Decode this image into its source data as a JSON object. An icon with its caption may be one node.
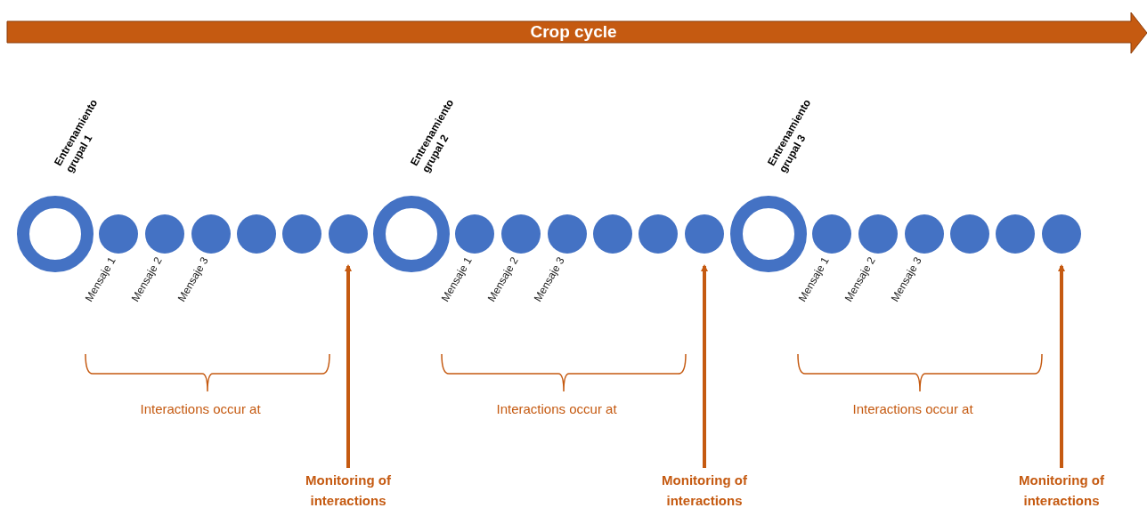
{
  "diagram": {
    "title": "Crop cycle",
    "nodes": [
      {
        "text": [],
        "shape": "circle",
        "beside": [
          "Entrenamiento grupal 1"
        ]
      },
      {
        "text": [],
        "shape": "circle",
        "beside": [
          "Mensaje 1"
        ]
      },
      {
        "text": [],
        "shape": "circle",
        "beside": [
          "Mensaje 2"
        ]
      },
      {
        "text": [],
        "shape": "circle",
        "beside": [
          "Mensaje 3"
        ]
      },
      {
        "text": [],
        "shape": "circle"
      },
      {
        "text": [],
        "shape": "circle"
      },
      {
        "text": [],
        "shape": "circle"
      },
      {
        "text": [],
        "shape": "circle",
        "beside": [
          "Entrenamiento grupal 2"
        ]
      },
      {
        "text": [],
        "shape": "circle",
        "beside": [
          "Mensaje 1"
        ]
      },
      {
        "text": [],
        "shape": "circle",
        "beside": [
          "Mensaje 2"
        ]
      },
      {
        "text": [],
        "shape": "circle",
        "beside": [
          "Mensaje 3"
        ]
      },
      {
        "text": [],
        "shape": "circle"
      },
      {
        "text": [],
        "shape": "circle"
      },
      {
        "text": [],
        "shape": "circle"
      },
      {
        "text": [],
        "shape": "circle",
        "beside": [
          "Entrenamiento grupal 3"
        ]
      },
      {
        "text": [],
        "shape": "circle",
        "beside": [
          "Mensaje 1"
        ]
      },
      {
        "text": [],
        "shape": "circle",
        "beside": [
          "Mensaje 2"
        ]
      },
      {
        "text": [],
        "shape": "circle",
        "beside": [
          "Mensaje 3"
        ]
      },
      {
        "text": [],
        "shape": "circle"
      },
      {
        "text": [],
        "shape": "circle"
      },
      {
        "text": [],
        "shape": "circle"
      },
      {
        "text": [
          "Monitoring of interactions"
        ]
      },
      {
        "text": [
          "Monitoring of interactions"
        ]
      },
      {
        "text": [
          "Monitoring of interactions"
        ]
      }
    ],
    "edges": [
      {
        "from": 21,
        "to": 6,
        "arrow": "to"
      },
      {
        "from": 22,
        "to": 13,
        "arrow": "to"
      },
      {
        "from": 23,
        "to": 20,
        "arrow": "to"
      }
    ],
    "labels": [
      "Interactions occur at",
      "Interactions occur at",
      "Interactions occur at"
    ]
  }
}
